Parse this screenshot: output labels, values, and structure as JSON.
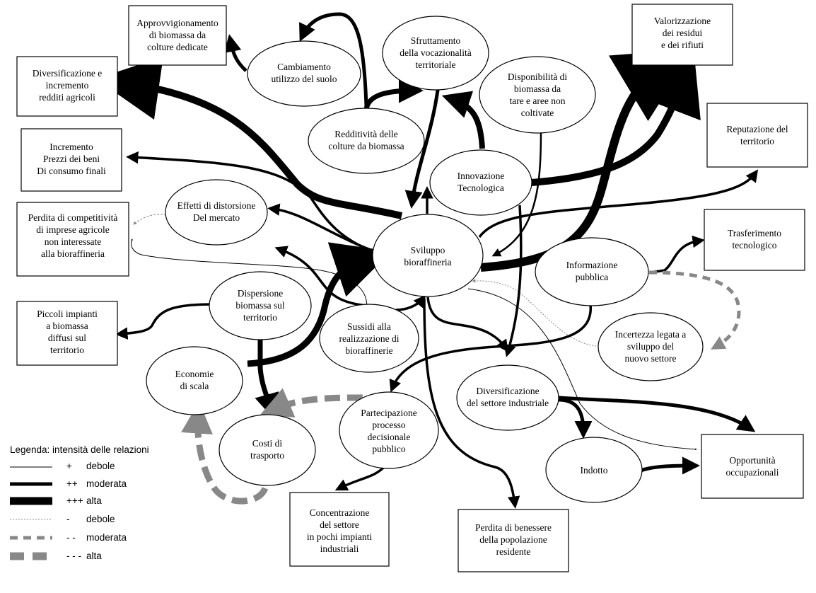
{
  "nodes": [
    {
      "id": "approvvigionamento",
      "shape": "rect",
      "lines": [
        "Approvvigionamento",
        "di biomassa da",
        "colture dedicate"
      ]
    },
    {
      "id": "cambiamento-suolo",
      "shape": "ellipse",
      "lines": [
        "Cambiamento",
        "utilizzo del suolo"
      ]
    },
    {
      "id": "sfruttamento",
      "shape": "ellipse",
      "lines": [
        "Sfruttamento",
        "della vocazionalità",
        "territoriale"
      ]
    },
    {
      "id": "valorizzazione",
      "shape": "rect",
      "lines": [
        "Valorizzazione",
        "dei residui",
        "e dei rifiuti"
      ]
    },
    {
      "id": "diversificazione-redditi",
      "shape": "rect",
      "lines": [
        "Diversificazione e",
        "incremento",
        "redditi agricoli"
      ]
    },
    {
      "id": "disponibilita",
      "shape": "ellipse",
      "lines": [
        "Disponibilità di",
        "biomassa da",
        "tare e aree non",
        "coltivate"
      ]
    },
    {
      "id": "redditivita",
      "shape": "ellipse",
      "lines": [
        "Redditività delle",
        "colture da biomassa"
      ]
    },
    {
      "id": "incremento-prezzi",
      "shape": "rect",
      "lines": [
        "Incremento",
        "Prezzi dei beni",
        "Di consumo finali"
      ]
    },
    {
      "id": "reputazione",
      "shape": "rect",
      "lines": [
        "Reputazione del",
        "territorio"
      ]
    },
    {
      "id": "innovazione",
      "shape": "ellipse",
      "lines": [
        "Innovazione",
        "Tecnologica"
      ]
    },
    {
      "id": "effetti-distorsione",
      "shape": "ellipse",
      "lines": [
        "Effetti di distorsione",
        "Del mercato"
      ]
    },
    {
      "id": "perdita-competitivita",
      "shape": "rect",
      "lines": [
        "Perdita di competitività",
        "di imprese agricole",
        "non interessate",
        "alla bioraffineria"
      ]
    },
    {
      "id": "trasferimento",
      "shape": "rect",
      "lines": [
        "Trasferimento",
        "tecnologico"
      ]
    },
    {
      "id": "sviluppo",
      "shape": "ellipse",
      "lines": [
        "Sviluppo",
        "bioraffineria"
      ]
    },
    {
      "id": "informazione",
      "shape": "ellipse",
      "lines": [
        "Informazione",
        "pubblica"
      ]
    },
    {
      "id": "dispersione",
      "shape": "ellipse",
      "lines": [
        "Dispersione",
        "biomassa sul",
        "territorio"
      ]
    },
    {
      "id": "piccoli-impianti",
      "shape": "rect",
      "lines": [
        "Piccoli impianti",
        "a biomassa",
        "diffusi sul",
        "territorio"
      ]
    },
    {
      "id": "sussidi",
      "shape": "ellipse",
      "lines": [
        "Sussidi alla",
        "realizzazione di",
        "bioraffinerie"
      ]
    },
    {
      "id": "incertezza",
      "shape": "ellipse",
      "lines": [
        "Incertezza legata a",
        "sviluppo del",
        "nuovo settore"
      ]
    },
    {
      "id": "economie-scala",
      "shape": "ellipse",
      "lines": [
        "Economie",
        "di scala"
      ]
    },
    {
      "id": "diversificazione-settore",
      "shape": "ellipse",
      "lines": [
        "Diversificazione",
        "del settore industriale"
      ]
    },
    {
      "id": "partecipazione",
      "shape": "ellipse",
      "lines": [
        "Partecipazione",
        "processo",
        "decisionale",
        "pubblico"
      ]
    },
    {
      "id": "costi-trasporto",
      "shape": "ellipse",
      "lines": [
        "Costi di",
        "trasporto"
      ]
    },
    {
      "id": "indotto",
      "shape": "ellipse",
      "lines": [
        "Indotto"
      ]
    },
    {
      "id": "opportunita",
      "shape": "rect",
      "lines": [
        "Opportunità",
        "occupazionali"
      ]
    },
    {
      "id": "concentrazione",
      "shape": "rect",
      "lines": [
        "Concentrazione",
        "del settore",
        "in pochi impianti",
        "industriali"
      ]
    },
    {
      "id": "perdita-benessere",
      "shape": "rect",
      "lines": [
        "Perdita di benessere",
        "della popolazione",
        "residente"
      ]
    }
  ],
  "edges": [
    {
      "from": "cambiamento-suolo",
      "to": "approvvigionamento",
      "strength": "moderate",
      "sign": "+"
    },
    {
      "from": "redditivita",
      "to": "cambiamento-suolo",
      "strength": "moderate",
      "sign": "+"
    },
    {
      "from": "redditivita",
      "to": "sfruttamento",
      "strength": "strong",
      "sign": "+"
    },
    {
      "from": "sviluppo",
      "to": "diversificazione-redditi",
      "strength": "strong",
      "sign": "+"
    },
    {
      "from": "sfruttamento",
      "to": "sviluppo",
      "strength": "moderate",
      "sign": "+"
    },
    {
      "from": "innovazione",
      "to": "sfruttamento",
      "strength": "strong",
      "sign": "+"
    },
    {
      "from": "sviluppo",
      "to": "valorizzazione",
      "strength": "strong",
      "sign": "+"
    },
    {
      "from": "innovazione",
      "to": "valorizzazione",
      "strength": "strong",
      "sign": "+"
    },
    {
      "from": "disponibilita",
      "to": "sviluppo",
      "strength": "moderate",
      "sign": "+"
    },
    {
      "from": "sviluppo",
      "to": "incremento-prezzi",
      "strength": "moderate",
      "sign": "+"
    },
    {
      "from": "sviluppo",
      "to": "innovazione",
      "strength": "moderate",
      "sign": "+"
    },
    {
      "from": "sviluppo",
      "to": "reputazione",
      "strength": "moderate",
      "sign": "+"
    },
    {
      "from": "sviluppo",
      "to": "effetti-distorsione",
      "strength": "moderate",
      "sign": "+"
    },
    {
      "from": "effetti-distorsione",
      "to": "perdita-competitivita",
      "strength": "weak",
      "sign": "-"
    },
    {
      "from": "sussidi",
      "to": "perdita-competitivita",
      "strength": "weak",
      "sign": "+"
    },
    {
      "from": "informazione",
      "to": "trasferimento",
      "strength": "moderate",
      "sign": "+"
    },
    {
      "from": "informazione",
      "to": "incertezza",
      "strength": "moderate",
      "sign": "-"
    },
    {
      "from": "incertezza",
      "to": "sviluppo",
      "strength": "weak",
      "sign": "-"
    },
    {
      "from": "sussidi",
      "to": "effetti-distorsione",
      "strength": "moderate",
      "sign": "+"
    },
    {
      "from": "sussidi",
      "to": "sviluppo",
      "strength": "moderate",
      "sign": "+"
    },
    {
      "from": "dispersione",
      "to": "piccoli-impianti",
      "strength": "moderate",
      "sign": "+"
    },
    {
      "from": "dispersione",
      "to": "costi-trasporto",
      "strength": "strong",
      "sign": "+"
    },
    {
      "from": "economie-scala",
      "to": "sviluppo",
      "strength": "strong",
      "sign": "+"
    },
    {
      "from": "innovazione",
      "to": "diversificazione-settore",
      "strength": "moderate",
      "sign": "+"
    },
    {
      "from": "sviluppo",
      "to": "diversificazione-settore",
      "strength": "moderate",
      "sign": "+"
    },
    {
      "from": "informazione",
      "to": "partecipazione",
      "strength": "moderate",
      "sign": "+"
    },
    {
      "from": "partecipazione",
      "to": "costi-trasporto",
      "strength": "strong",
      "sign": "-"
    },
    {
      "from": "costi-trasporto",
      "to": "economie-scala",
      "strength": "strong",
      "sign": "-"
    },
    {
      "from": "diversificazione-settore",
      "to": "indotto",
      "strength": "moderate",
      "sign": "+"
    },
    {
      "from": "diversificazione-settore",
      "to": "opportunita",
      "strength": "moderate",
      "sign": "+"
    },
    {
      "from": "indotto",
      "to": "opportunita",
      "strength": "moderate",
      "sign": "+"
    },
    {
      "from": "sviluppo",
      "to": "opportunita",
      "strength": "weak",
      "sign": "+"
    },
    {
      "from": "partecipazione",
      "to": "concentrazione",
      "strength": "moderate",
      "sign": "+"
    },
    {
      "from": "sviluppo",
      "to": "perdita-benessere",
      "strength": "moderate",
      "sign": "+"
    }
  ],
  "legend": {
    "title": "Legenda: intensità delle relazioni",
    "items": [
      {
        "symbol": "+",
        "label": "debole",
        "style": "solid-thin"
      },
      {
        "symbol": "++",
        "label": "moderata",
        "style": "solid-medium"
      },
      {
        "symbol": "+++",
        "label": "alta",
        "style": "solid-thick"
      },
      {
        "symbol": "-",
        "label": "debole",
        "style": "dashed-thin"
      },
      {
        "symbol": "- -",
        "label": "moderata",
        "style": "dashed-medium"
      },
      {
        "symbol": "- - -",
        "label": "alta",
        "style": "dashed-thick"
      }
    ]
  },
  "colors": {
    "positive": "#000000",
    "negative": "#888888"
  }
}
